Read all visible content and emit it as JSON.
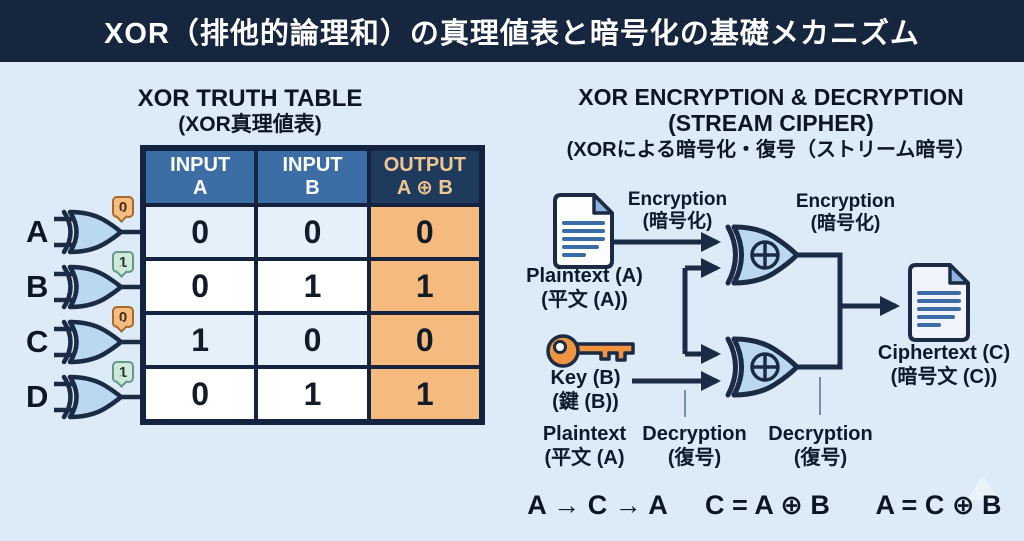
{
  "header": {
    "title": "XOR（排他的論理和）の真理値表と暗号化の基礎メカニズム"
  },
  "truth_table": {
    "title": "XOR TRUTH TABLE",
    "subtitle": "(XOR真理値表)",
    "headers": [
      {
        "top": "INPUT",
        "bottom": "A"
      },
      {
        "top": "INPUT",
        "bottom": "B"
      },
      {
        "top": "OUTPUT",
        "bottom": "A ⊕ B"
      }
    ],
    "rows": [
      [
        "0",
        "0",
        "0"
      ],
      [
        "0",
        "1",
        "1"
      ],
      [
        "1",
        "0",
        "0"
      ],
      [
        "0",
        "1",
        "1"
      ]
    ],
    "gates": [
      {
        "label": "A",
        "badge": "0",
        "badge_color": "orange"
      },
      {
        "label": "B",
        "badge": "1",
        "badge_color": "teal"
      },
      {
        "label": "C",
        "badge": "0",
        "badge_color": "orange"
      },
      {
        "label": "D",
        "badge": "1",
        "badge_color": "teal"
      }
    ]
  },
  "cipher": {
    "title": "XOR ENCRYPTION & DECRYPTION",
    "subtitle": "(STREAM CIPHER)",
    "subtitle_jp": "(XORによる暗号化・復号（ストリーム暗号）",
    "labels": {
      "encryption_top": {
        "en": "Encryption",
        "jp": "(暗号化)"
      },
      "encryption_right": {
        "en": "Encryption",
        "jp": "(暗号化)"
      },
      "plaintext": {
        "en": "Plaintext (A)",
        "jp": "(平文 (A))"
      },
      "key": {
        "en": "Key (B)",
        "jp": "(鍵 (B))"
      },
      "ciphertext": {
        "en": "Ciphertext (C)",
        "jp": "(暗号文 (C))"
      },
      "plaintext_bottom": {
        "en": "Plaintext",
        "jp": "(平文 (A)"
      },
      "decryption_left": {
        "en": "Decryption",
        "jp": "(復号)"
      },
      "decryption_right": {
        "en": "Decryption",
        "jp": "(復号)"
      }
    },
    "formulas": [
      "A → C → A",
      "C = A ⊕ B",
      "A = C ⊕ B"
    ]
  },
  "colors": {
    "background": "#dcebf7",
    "header_bg": "#17263f",
    "table_blue": "#3d6da5",
    "output_header_bg": "#1e3b5e",
    "output_header_text": "#f2c693",
    "output_cell": "#f4ba7e",
    "gate_fill": "#bad9f0",
    "line_navy": "#1b2b45",
    "key_orange": "#ef9440"
  }
}
